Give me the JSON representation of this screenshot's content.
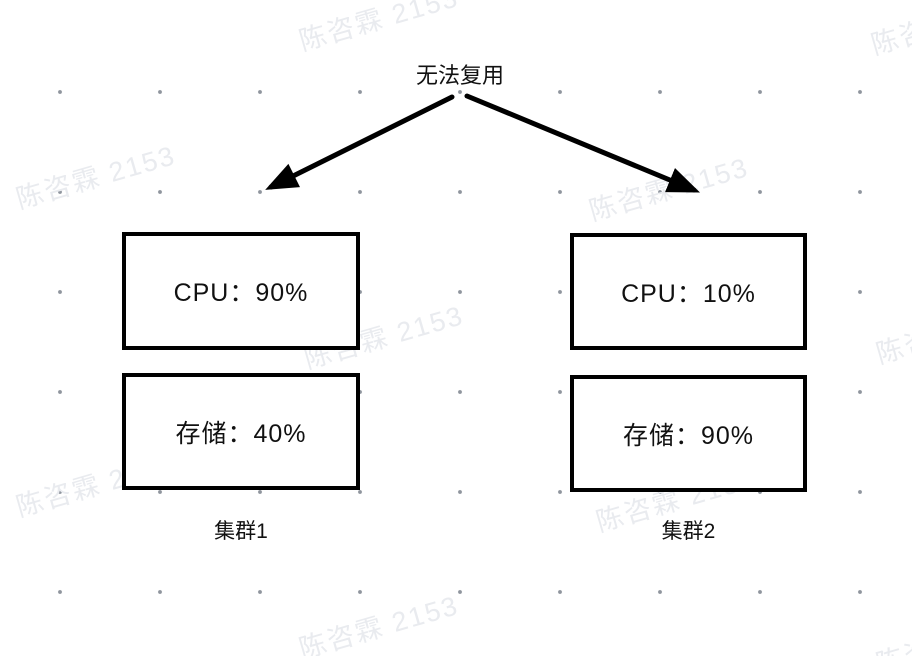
{
  "diagram": {
    "title": "无法复用",
    "clusters": [
      {
        "name": "集群1",
        "metrics": [
          {
            "label": "CPU",
            "value": "90%",
            "text": "CPU：90%"
          },
          {
            "label": "存储",
            "value": "40%",
            "text": "存储：40%"
          }
        ]
      },
      {
        "name": "集群2",
        "metrics": [
          {
            "label": "CPU",
            "value": "10%",
            "text": "CPU：10%"
          },
          {
            "label": "存储",
            "value": "90%",
            "text": "存储：90%"
          }
        ]
      }
    ]
  },
  "watermark": {
    "text": "陈咨霖 2153"
  },
  "colors": {
    "background": "#ffffff",
    "line": "#000000",
    "box_border": "#000000",
    "text": "#111111",
    "dot_grid": "#8f959e",
    "watermark": "#e9ebef"
  }
}
